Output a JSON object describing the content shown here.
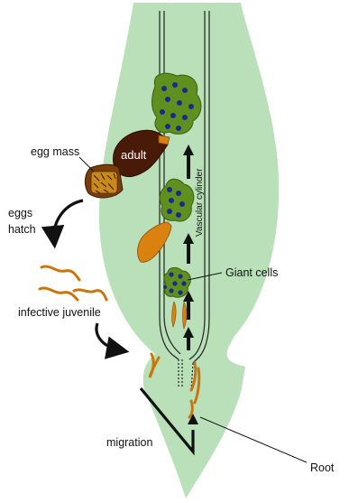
{
  "labels": {
    "egg_mass": "egg mass",
    "adult": "adult",
    "eggs_hatch_line1": "eggs",
    "eggs_hatch_line2": "hatch",
    "infective_juvenile": "infective juvenile",
    "vascular_cylinder": "Vascular cylinder",
    "giant_cells": "Giant cells",
    "migration": "migration",
    "root": "Root"
  },
  "colors": {
    "root_tissue": "#b9e0b9",
    "vascular_line": "#222222",
    "giant_cell_green": "#5f8f1e",
    "giant_cell_nuclei": "#1a2a8c",
    "nematode_orange": "#d9820f",
    "adult_body": "#4a1a08",
    "egg_mass_fill": "#7a3d0c",
    "arrow": "#111111"
  },
  "icons": {
    "life_cycle_arrows": "black-arrow-icon",
    "eggs": "egg-icon"
  }
}
